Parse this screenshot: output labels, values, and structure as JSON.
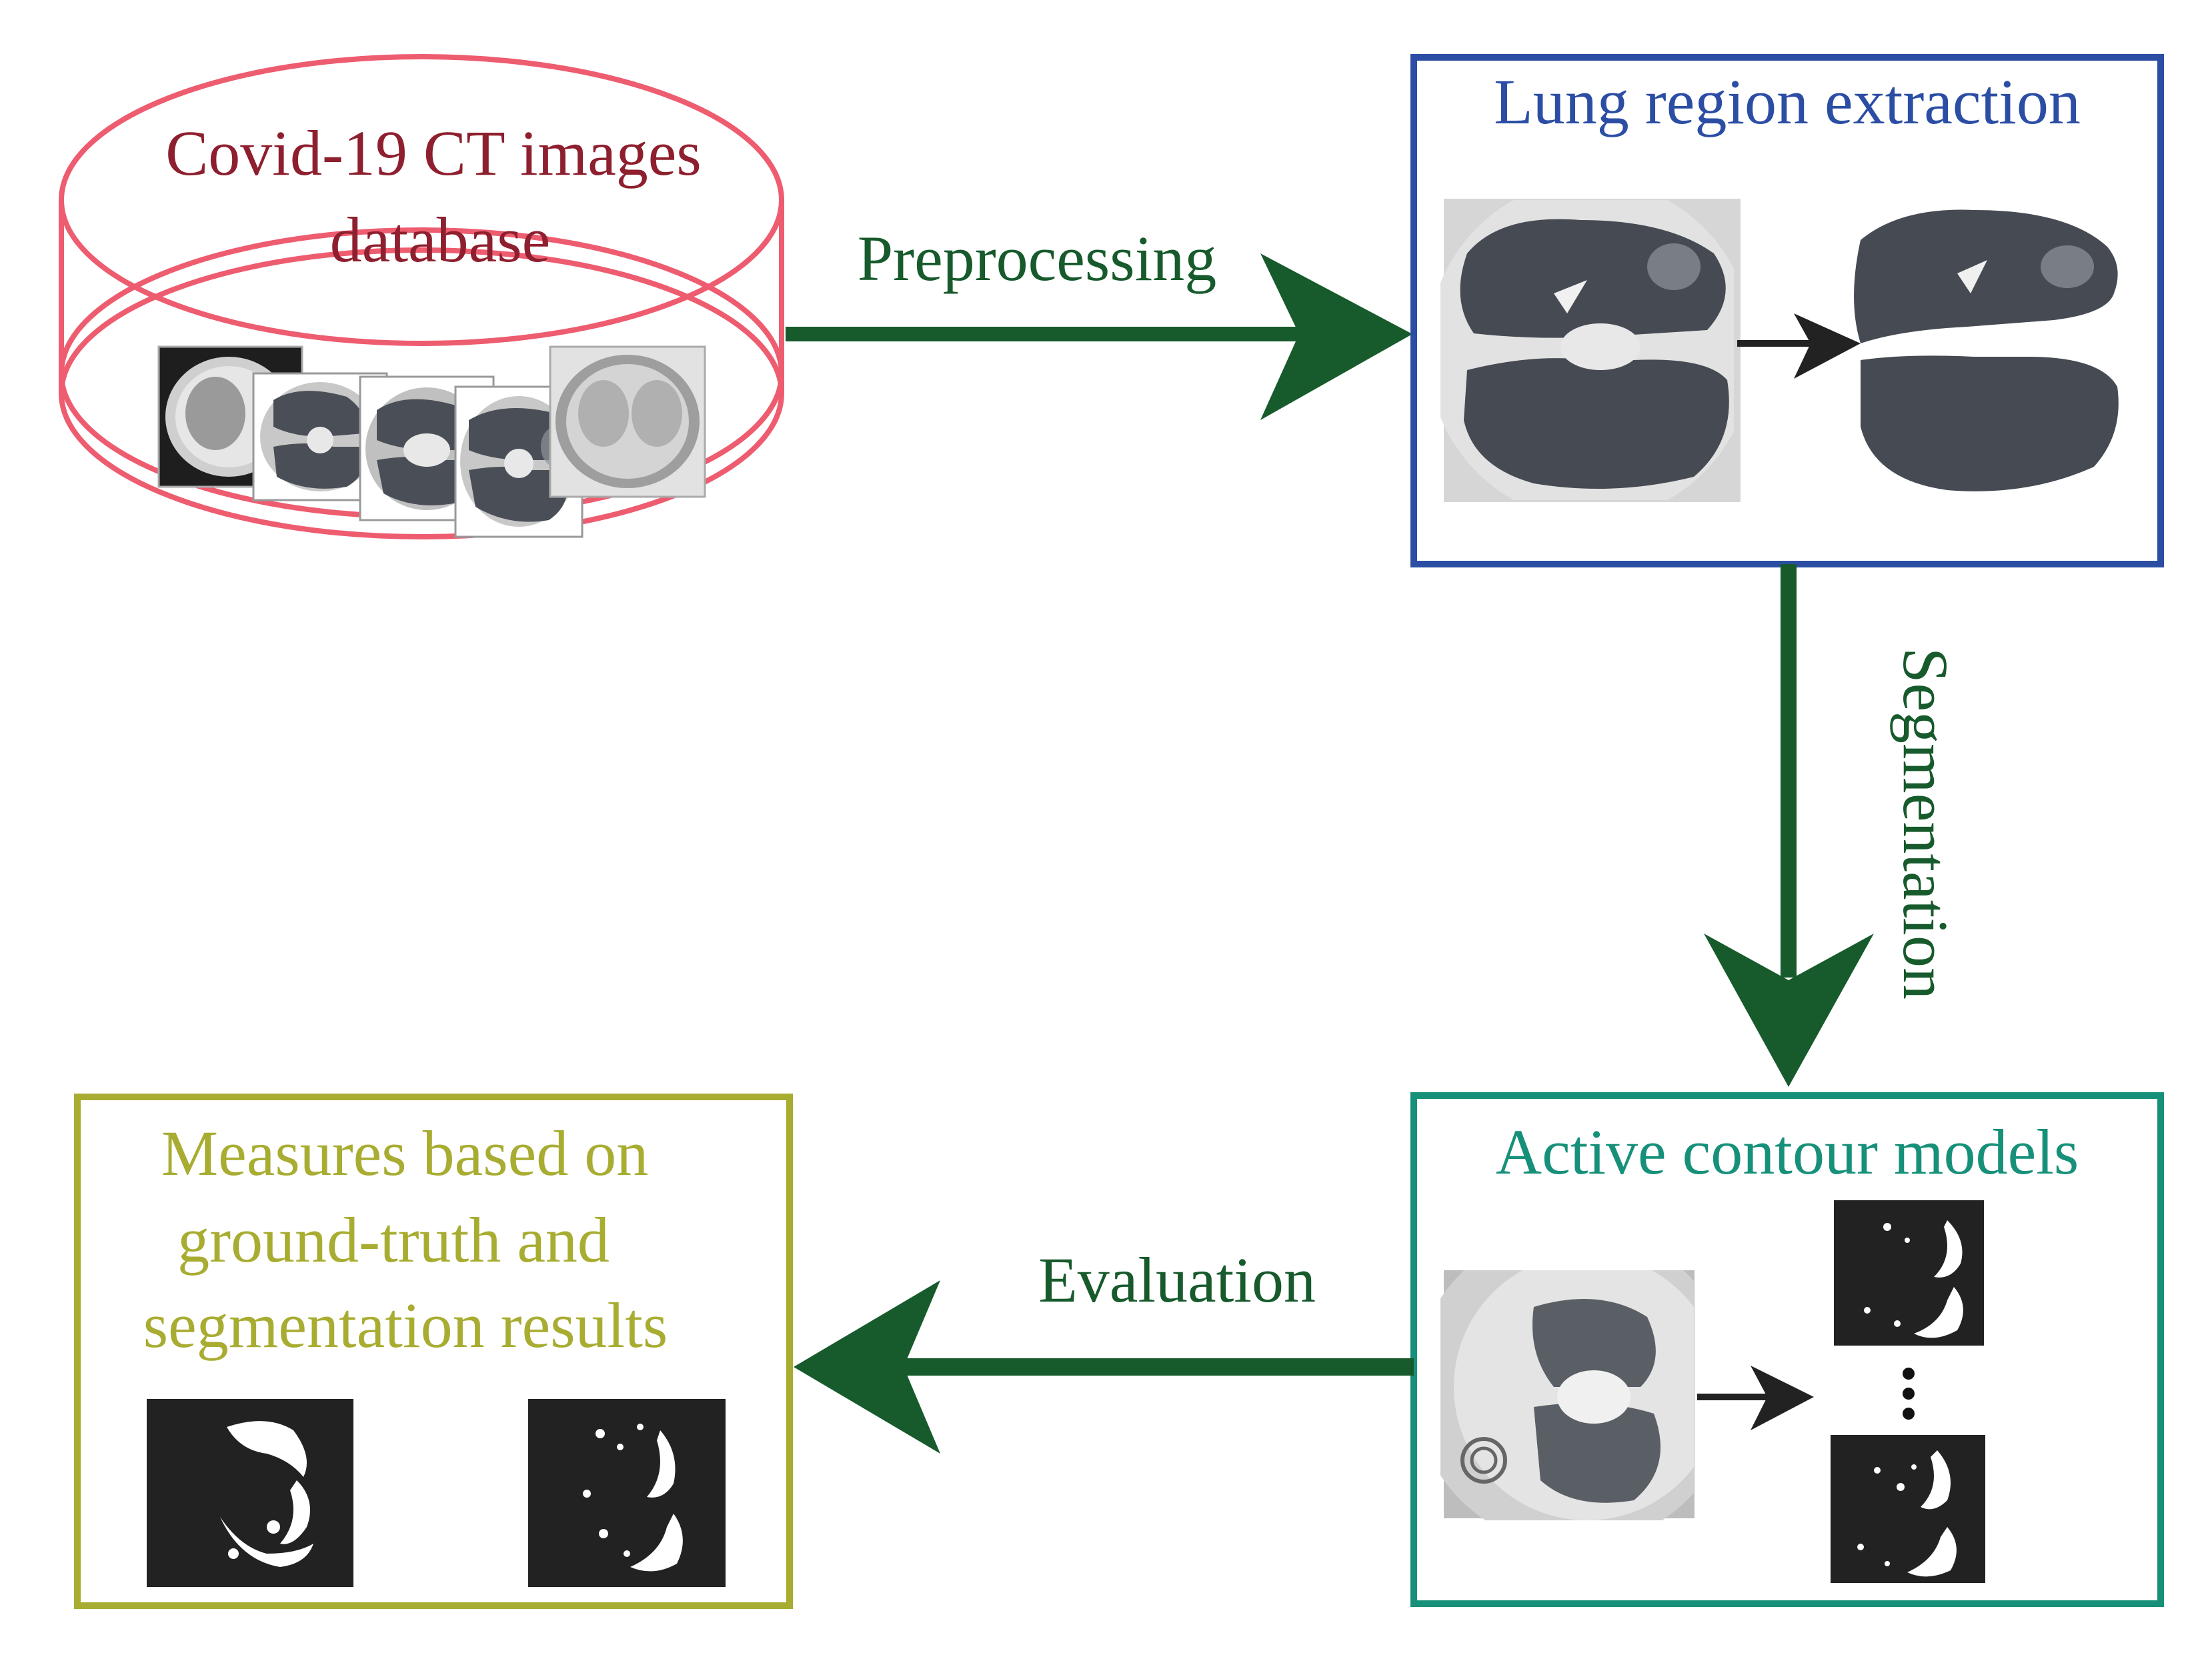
{
  "colors": {
    "database": "#ee5c70",
    "database_text": "#8e1f2e",
    "lung_box": "#2b4ea4",
    "active_box": "#17907a",
    "measures_box": "#a8ad32",
    "arrow": "#175a2c",
    "ct_background": "#222222",
    "mask_background": "#222222"
  },
  "database": {
    "title_line1": "Covid-19 CT images",
    "title_line2": "database"
  },
  "lung_box": {
    "title": "Lung region extraction"
  },
  "active_box": {
    "title": "Active contour models"
  },
  "measures_box": {
    "title_line1": "Measures based on",
    "title_line2": "ground-truth and",
    "title_line3": "segmentation results"
  },
  "arrows": {
    "preprocessing": "Preprocessing",
    "segmentation": "Segmentation",
    "evaluation": "Evaluation"
  },
  "icons": {
    "database": "database-cylinder-icon",
    "ct_slice": "ct-slice-image",
    "mask": "segmentation-mask-image",
    "ellipsis": "vertical-ellipsis-icon"
  }
}
